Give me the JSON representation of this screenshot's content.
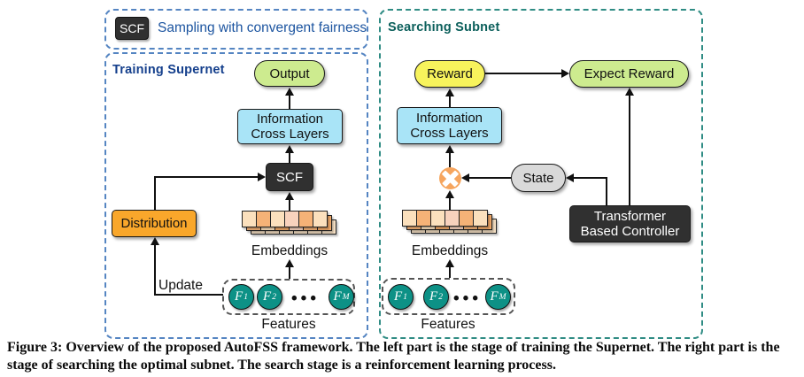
{
  "legend": {
    "chip": "SCF",
    "label": "Sampling with convergent fairness"
  },
  "left_panel": {
    "title": "Training Supernet",
    "output_label": "Output",
    "icl_line1": "Information",
    "icl_line2": "Cross Layers",
    "scf_label": "SCF",
    "distribution_label": "Distribution",
    "embeddings_label": "Embeddings",
    "update_label": "Update",
    "features_label": "Features",
    "features": [
      {
        "base": "F",
        "sub": "1"
      },
      {
        "base": "F",
        "sub": "2"
      },
      {
        "base": "F",
        "sub": "M"
      }
    ],
    "dots": "•••"
  },
  "right_panel": {
    "title": "Searching Subnet",
    "reward_label": "Reward",
    "expect_reward_label": "Expect Reward",
    "icl_line1": "Information",
    "icl_line2": "Cross Layers",
    "state_label": "State",
    "controller_line1": "Transformer",
    "controller_line2": "Based Controller",
    "embeddings_label": "Embeddings",
    "features_label": "Features",
    "features": [
      {
        "base": "F",
        "sub": "1"
      },
      {
        "base": "F",
        "sub": "2"
      },
      {
        "base": "F",
        "sub": "M"
      }
    ],
    "dots": "•••"
  },
  "embeddings_colors": {
    "front": [
      "#fbe0bd",
      "#f5b277",
      "#fbe0bd",
      "#f8d2bd",
      "#f5b277",
      "#fbe0bd"
    ],
    "mid": [
      "#f5b277",
      "#fbe0bd",
      "#f0a868",
      "#f8d2bd",
      "#f5b277",
      "#f0a868"
    ],
    "back": [
      "#fbe5c8",
      "#fbe5c8",
      "#fbe5c8",
      "#fbe5c8",
      "#fbe5c8",
      "#fbe5c8"
    ]
  },
  "colors": {
    "panel_border_blue": "#5585c2",
    "panel_border_teal": "#2f8c84",
    "title_navy": "#143f8c",
    "title_teal": "#0b5f5b",
    "legend_text_blue": "#1d55a0",
    "node_green": "#cdeb8f",
    "node_yellow": "#f7f35c",
    "node_blue": "#a9e4f7",
    "node_orange": "#f9a72b",
    "node_dark": "#303030",
    "node_gray": "#d9d9d9",
    "multiply_orange": "#f6a55e",
    "feature_teal": "#0d9186"
  },
  "caption": {
    "line1": "Figure 3: Overview of the proposed AutoFSS framework. The left part is the stage of training the Supernet. The right part is the",
    "line2": "stage of searching the optimal subnet. The search stage is a reinforcement learning process."
  }
}
